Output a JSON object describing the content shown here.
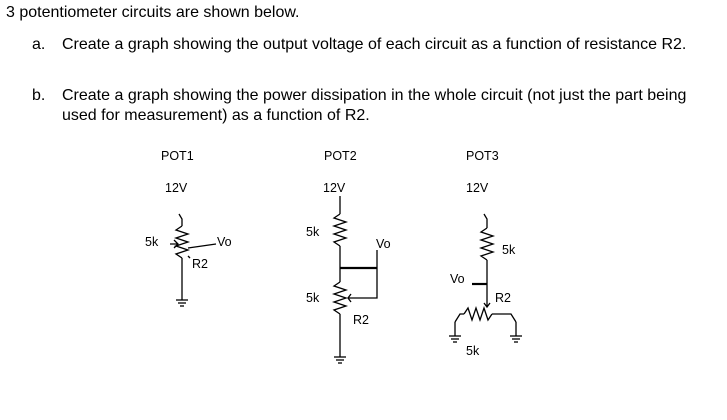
{
  "problem": {
    "intro": "3 potentiometer circuits are shown below.",
    "items": [
      {
        "marker": "a.",
        "text": "Create a graph showing the output voltage of each circuit as a function of resistance R2."
      },
      {
        "marker": "b.",
        "text": "Create a graph showing the power dissipation in the whole circuit (not just the part being used for measurement) as a function of R2."
      }
    ]
  },
  "circuits": [
    {
      "title": "POT1",
      "supply": "12V",
      "resistor": "5k",
      "load": "R2",
      "output": "Vo"
    },
    {
      "title": "POT2",
      "supply": "12V",
      "top_resistor": "5k",
      "bottom_resistor": "5k",
      "load": "R2",
      "output": "Vo"
    },
    {
      "title": "POT3",
      "supply": "12V",
      "top_resistor": "5k",
      "load": "R2",
      "bottom_resistor": "5k",
      "output": "Vo"
    }
  ]
}
